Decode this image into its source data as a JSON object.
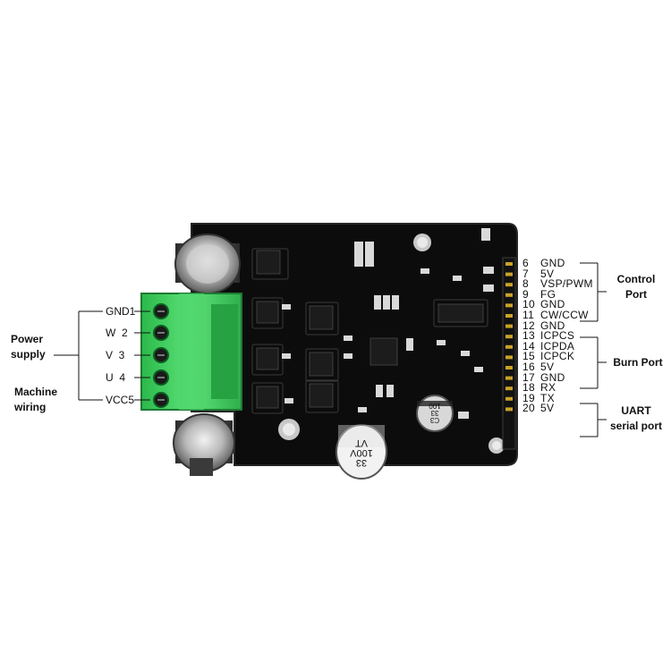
{
  "left_labels": {
    "power_supply": "Power\nsupply",
    "machine_wiring": "Machine\nwiring"
  },
  "terminal_pins": [
    {
      "name": "GND1"
    },
    {
      "name": "W  2"
    },
    {
      "name": "V  3"
    },
    {
      "name": "U  4"
    },
    {
      "name": "VCC5"
    }
  ],
  "pins": [
    {
      "num": "6",
      "name": "GND"
    },
    {
      "num": "7",
      "name": "5V"
    },
    {
      "num": "8",
      "name": "VSP/PWM"
    },
    {
      "num": "9",
      "name": "FG"
    },
    {
      "num": "10",
      "name": "GND"
    },
    {
      "num": "11",
      "name": "CW/CCW"
    },
    {
      "num": "12",
      "name": "GND"
    },
    {
      "num": "13",
      "name": "ICPCS"
    },
    {
      "num": "14",
      "name": "ICPDA"
    },
    {
      "num": "15",
      "name": "ICPCK"
    },
    {
      "num": "16",
      "name": "5V"
    },
    {
      "num": "17",
      "name": "GND"
    },
    {
      "num": "18",
      "name": "RX"
    },
    {
      "num": "19",
      "name": "TX"
    },
    {
      "num": "20",
      "name": "5V"
    }
  ],
  "groups": {
    "control_port": "Control\nPort",
    "burn_port": "Burn Port",
    "uart_port": "UART\nserial port"
  },
  "board_markings": {
    "cap_big": "33\n100V\nVT",
    "cap_small": "C3\n33\n100"
  }
}
